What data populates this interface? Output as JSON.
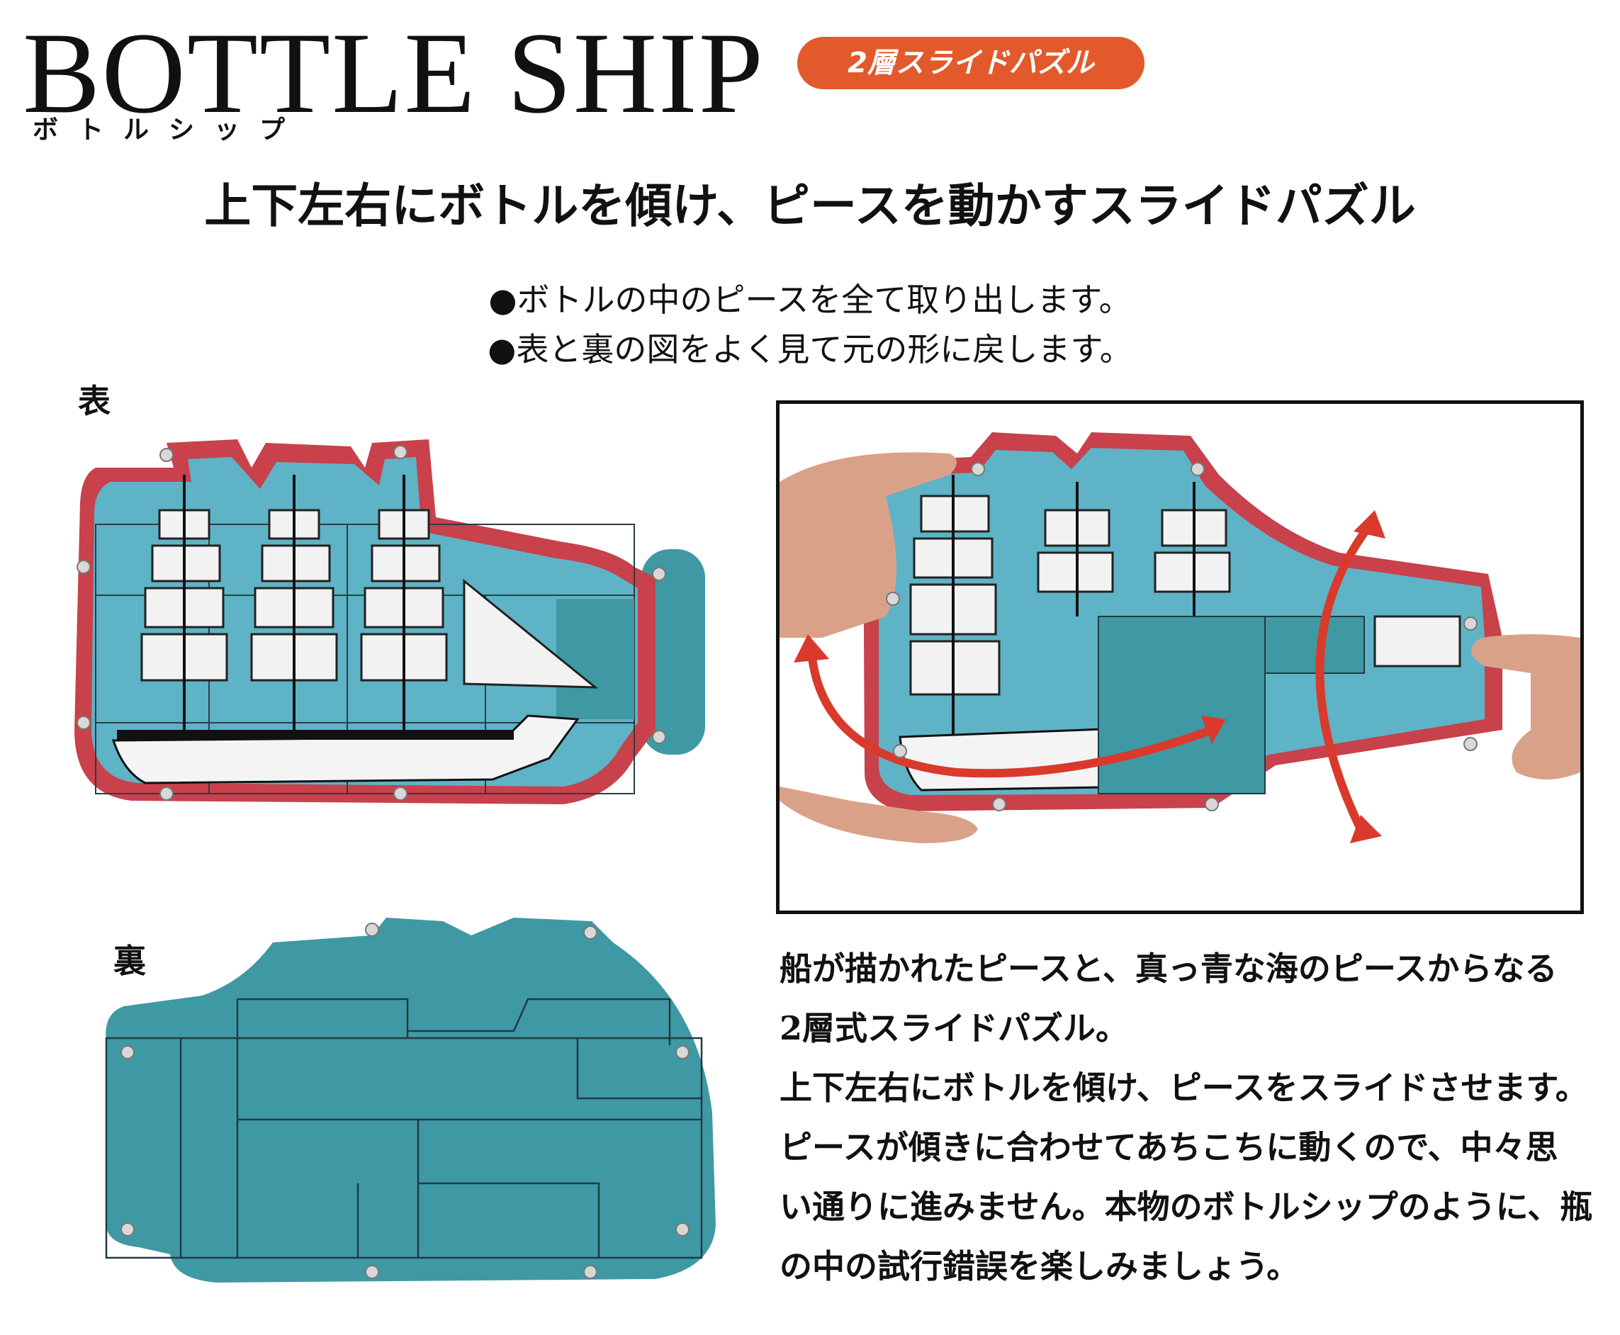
{
  "header": {
    "title": "BOTTLE SHIP",
    "title_kana": "ボトルシップ",
    "badge": "2層スライドパズル",
    "badge_color": "#e25a2b"
  },
  "subtitle": "上下左右にボトルを傾け、ピースを動かすスライドパズル",
  "instructions": [
    "●ボトルの中のピースを全て取り出します。",
    "●表と裏の図をよく見て元の形に戻します。"
  ],
  "labels": {
    "front": "表",
    "back": "裏"
  },
  "description": [
    "船が描かれたピースと、真っ青な海のピースからなる",
    "2層式スライドパズル。",
    "上下左右にボトルを傾け、ピースをスライドさせます。",
    "ピースが傾きに合わせてあちこちに動くので、中々思",
    "い通りに進みません。本物のボトルシップのように、瓶",
    "の中の試行錯誤を楽しみましょう。"
  ],
  "colors": {
    "frame_red": "#c8414b",
    "sea_blue": "#5fb3c6",
    "board_teal": "#3f99a4",
    "arrow_red": "#d93a2c"
  }
}
